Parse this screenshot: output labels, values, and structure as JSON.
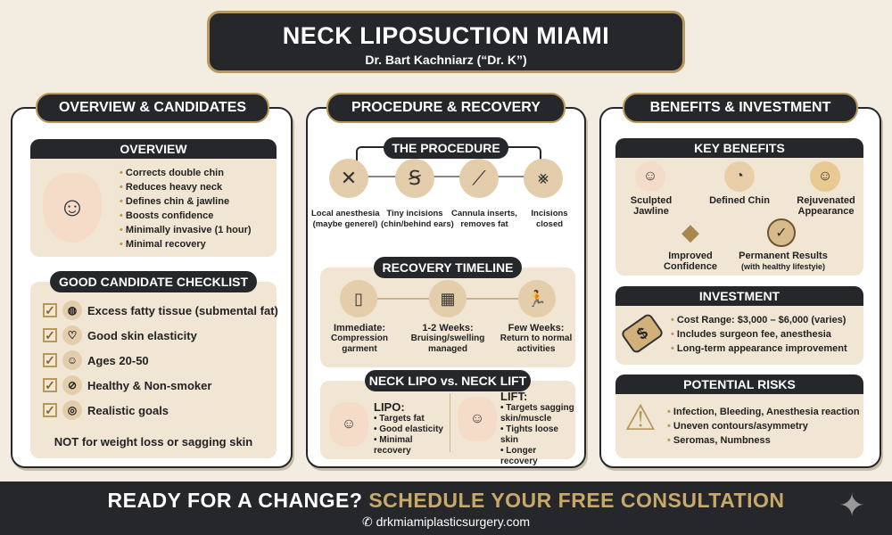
{
  "header": {
    "title": "NECK LIPOSUCTION MIAMI",
    "subtitle": "Dr. Bart Kachniarz (“Dr. K”)"
  },
  "left": {
    "title": "OVERVIEW & CANDIDATES",
    "overview": {
      "title": "OVERVIEW",
      "items": [
        "Corrects double chin",
        "Reduces heavy neck",
        "Defines chin & jawline",
        "Boosts confidence",
        "Minimally invasive (1 hour)",
        "Minimal recovery"
      ]
    },
    "checklist": {
      "title": "GOOD CANDIDATE CHECKLIST",
      "items": [
        "Excess fatty tissue (submental fat)",
        "Good skin elasticity",
        "Ages 20-50",
        "Healthy & Non-smoker",
        "Realistic goals"
      ],
      "note": "NOT for weight loss or sagging skin"
    }
  },
  "middle": {
    "title": "PROCEDURE & RECOVERY",
    "procedure": {
      "title": "THE PROCEDURE",
      "steps": [
        {
          "l1": "Local anesthesia",
          "l2": "(maybe generel)"
        },
        {
          "l1": "Tiny incisions",
          "l2": "(chin/behind ears)"
        },
        {
          "l1": "Cannula inserts,",
          "l2": "removes fat"
        },
        {
          "l1": "Incisions",
          "l2": "closed"
        }
      ]
    },
    "recovery": {
      "title": "RECOVERY TIMELINE",
      "steps": [
        {
          "h": "Immediate:",
          "d": "Compression garment"
        },
        {
          "h": "1-2 Weeks:",
          "d": "Bruising/swelling managed"
        },
        {
          "h": "Few Weeks:",
          "d": "Return to normal activities"
        }
      ]
    },
    "compare": {
      "title": "NECK LIPO vs. NECK LIFT",
      "lipo": {
        "h": "LIPO:",
        "items": [
          "Targets fat",
          "Good elasticity",
          "Minimal recovery"
        ]
      },
      "lift": {
        "h": "LIFT:",
        "items": [
          "Targets sagging skin/muscle",
          "Tights loose skin",
          "Longer recovery"
        ]
      }
    }
  },
  "right": {
    "title": "BENEFITS & INVESTMENT",
    "benefits": {
      "title": "KEY BENEFITS",
      "items": [
        {
          "l1": "Sculpted",
          "l2": "Jawline"
        },
        {
          "l1": "Defined Chin",
          "l2": ""
        },
        {
          "l1": "Rejuvenated",
          "l2": "Appearance"
        },
        {
          "l1": "Improved",
          "l2": "Confidence"
        },
        {
          "l1": "Permanent Results",
          "l2": "(with healthy lifestyie)"
        }
      ]
    },
    "investment": {
      "title": "INVESTMENT",
      "items": [
        "Cost Range: $3,000 – $6,000 (varies)",
        "Includes surgeon fee, anesthesia",
        "Long-term appearance improvement"
      ]
    },
    "risks": {
      "title": "POTENTIAL RISKS",
      "items": [
        "Infection, Bleeding, Anesthesia reaction",
        "Uneven contours/asymmetry",
        "Seromas, Numbness"
      ]
    }
  },
  "footer": {
    "cta_white": "READY FOR A CHANGE?",
    "cta_gold": "SCHEDULE YOUR FREE CONSULTATION",
    "website": "drkmiamiplasticsurgery.com"
  },
  "colors": {
    "dark": "#26272b",
    "gold": "#b8985c",
    "cream": "#f3ece0",
    "panel": "#f1e6d3"
  }
}
